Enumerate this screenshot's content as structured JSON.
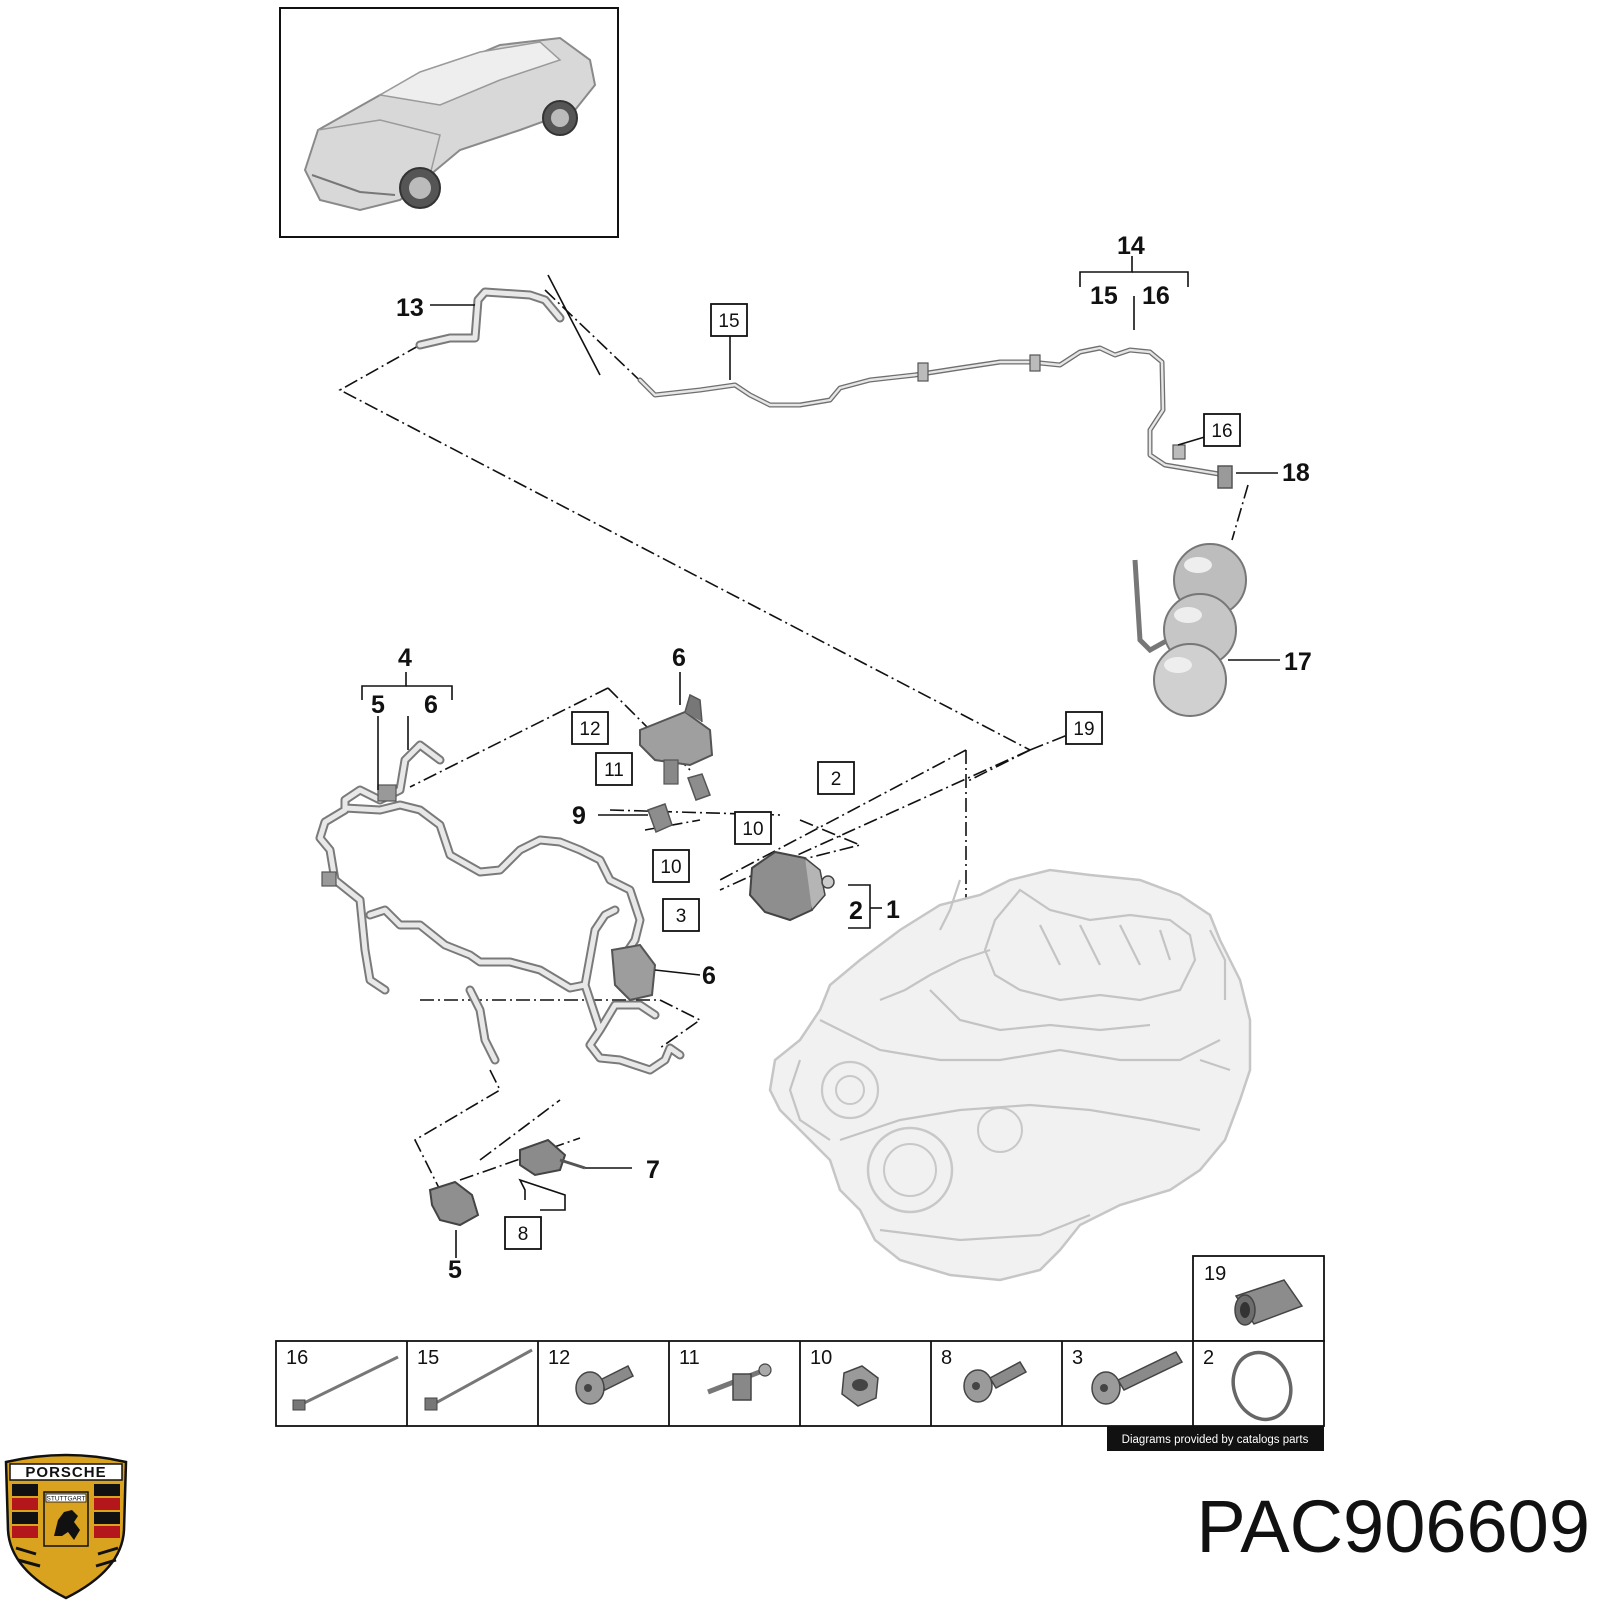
{
  "labels": {
    "p1": "1",
    "p2": "2",
    "p4": "4",
    "p5_top": "5",
    "p5_bottom": "5",
    "p6_group": "6",
    "p6_valve": "6",
    "p6_lower": "6",
    "p7": "7",
    "p9": "9",
    "p13": "13",
    "p14": "14",
    "p15": "15",
    "p16": "16",
    "p17": "17",
    "p18": "18"
  },
  "boxed": {
    "b2": "2",
    "b3": "3",
    "b8": "8",
    "b10_a": "10",
    "b10_b": "10",
    "b11": "11",
    "b12": "12",
    "b15": "15",
    "b16": "16",
    "b19": "19"
  },
  "parts_table": {
    "top_cell": {
      "label": "19",
      "icon": "sleeve-icon"
    },
    "cells": [
      {
        "label": "16",
        "icon": "cable-tie-icon"
      },
      {
        "label": "15",
        "icon": "cable-tie-icon"
      },
      {
        "label": "12",
        "icon": "bolt-icon"
      },
      {
        "label": "11",
        "icon": "stud-bracket-icon"
      },
      {
        "label": "10",
        "icon": "nut-icon"
      },
      {
        "label": "8",
        "icon": "bolt-icon"
      },
      {
        "label": "3",
        "icon": "long-bolt-icon"
      },
      {
        "label": "2",
        "icon": "seal-ring-icon"
      }
    ]
  },
  "credit": "Diagrams provided by catalogs parts",
  "part_number": "PAC906609",
  "brand": {
    "name": "PORSCHE",
    "city": "STUTTGART",
    "colors": {
      "gold": "#d9a21f",
      "red": "#b3161b",
      "black": "#111111"
    }
  }
}
